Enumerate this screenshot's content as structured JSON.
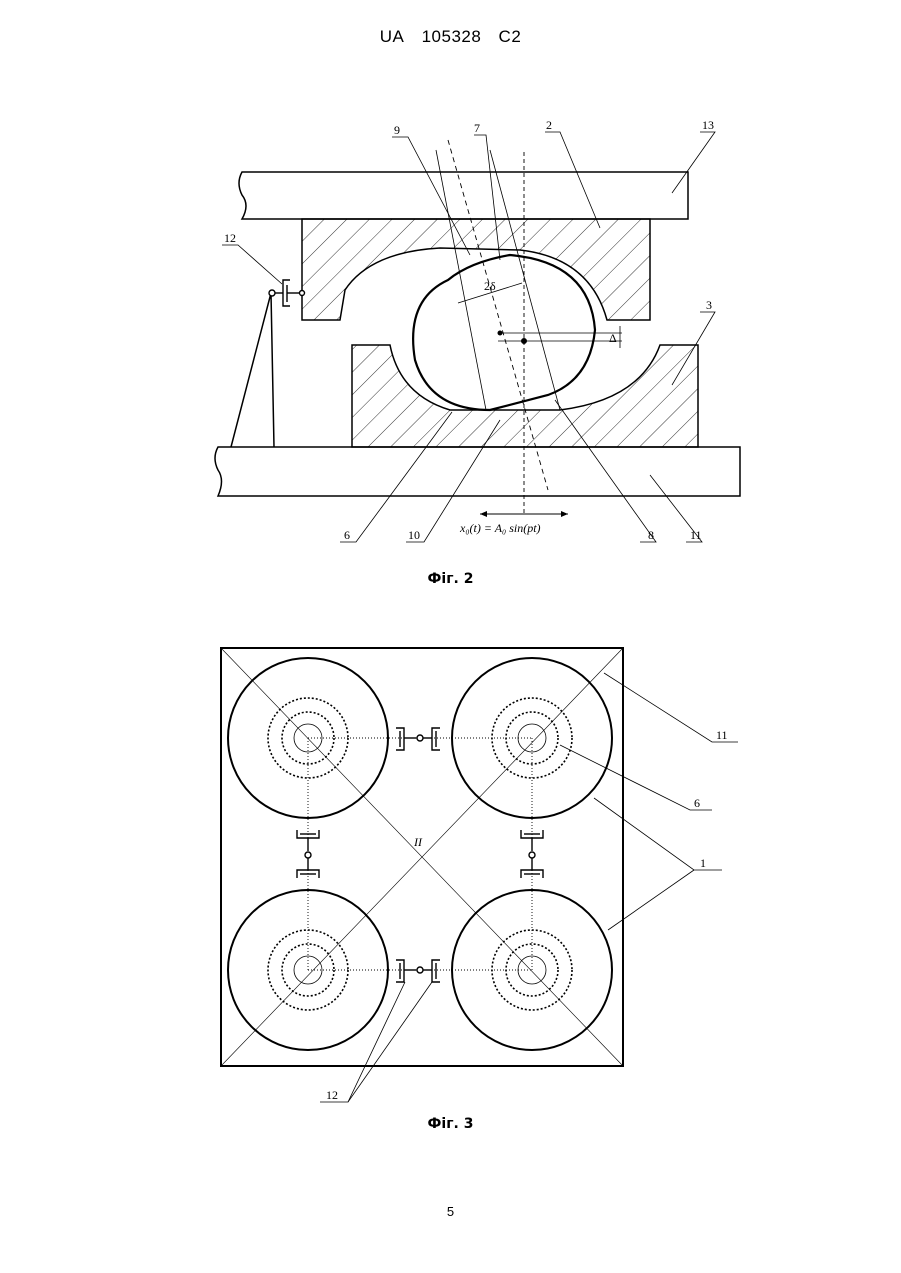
{
  "header": {
    "country": "UA",
    "number": "105328",
    "kind": "C2"
  },
  "figure2": {
    "caption": "Фіг. 2",
    "labels": {
      "l9": "9",
      "l7": "7",
      "l2": "2",
      "l13": "13",
      "l12": "12",
      "l3": "3",
      "l6": "6",
      "l10": "10",
      "l8": "8",
      "l11": "11",
      "two_delta": "2δ",
      "delta": "Δ",
      "formula": "x₀(t) = A₀ sin(pt)"
    }
  },
  "figure3": {
    "caption": "Фіг. 3",
    "labels": {
      "l11": "11",
      "l6": "6",
      "l1": "1",
      "l12": "12",
      "center": "II"
    }
  },
  "page_number": "5"
}
